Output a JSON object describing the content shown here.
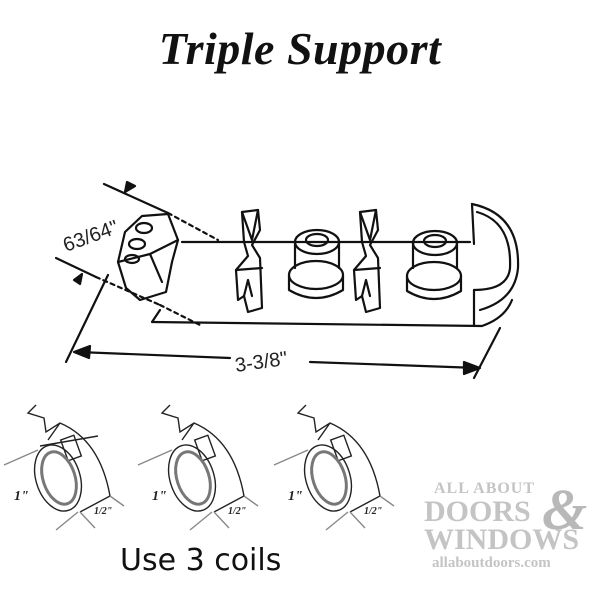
{
  "title": "Triple Support",
  "diagram": {
    "dimension_height": "63/64\"",
    "dimension_length": "3-3/8\""
  },
  "coils": [
    {
      "diameter_label": "1\"",
      "width_label": "1/2\""
    },
    {
      "diameter_label": "1\"",
      "width_label": "1/2\""
    },
    {
      "diameter_label": "1\"",
      "width_label": "1/2\""
    }
  ],
  "caption": "Use 3 coils",
  "logo": {
    "line1": "ALL ABOUT",
    "line2": "DOORS",
    "ampersand": "&",
    "line3": "WINDOWS",
    "url": "allaboutdoors.com",
    "color": "#c4c4c4"
  }
}
